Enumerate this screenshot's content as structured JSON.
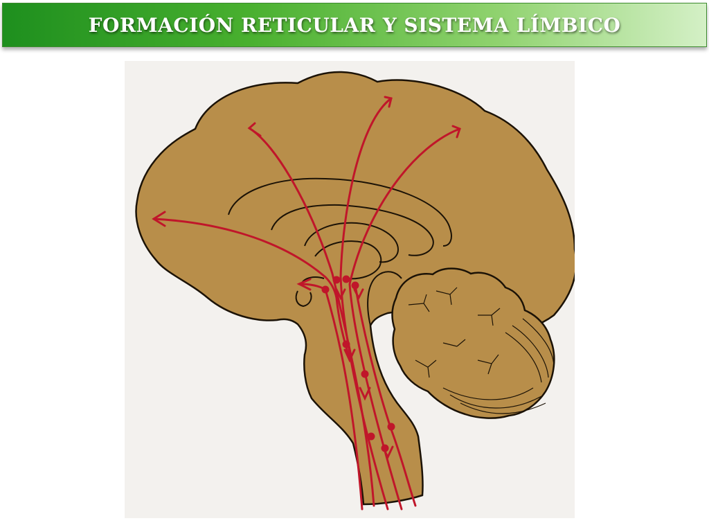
{
  "slide": {
    "title": "FORMACIÓN RETICULAR Y SISTEMA LÍMBICO"
  },
  "colors": {
    "brain_fill": "#b88e4a",
    "brain_outline": "#1b1206",
    "pathway": "#c0162a",
    "title_green": "#2e9a24"
  },
  "figure": {
    "subject": "brain-sagittal-section",
    "pathway_count": 8
  }
}
